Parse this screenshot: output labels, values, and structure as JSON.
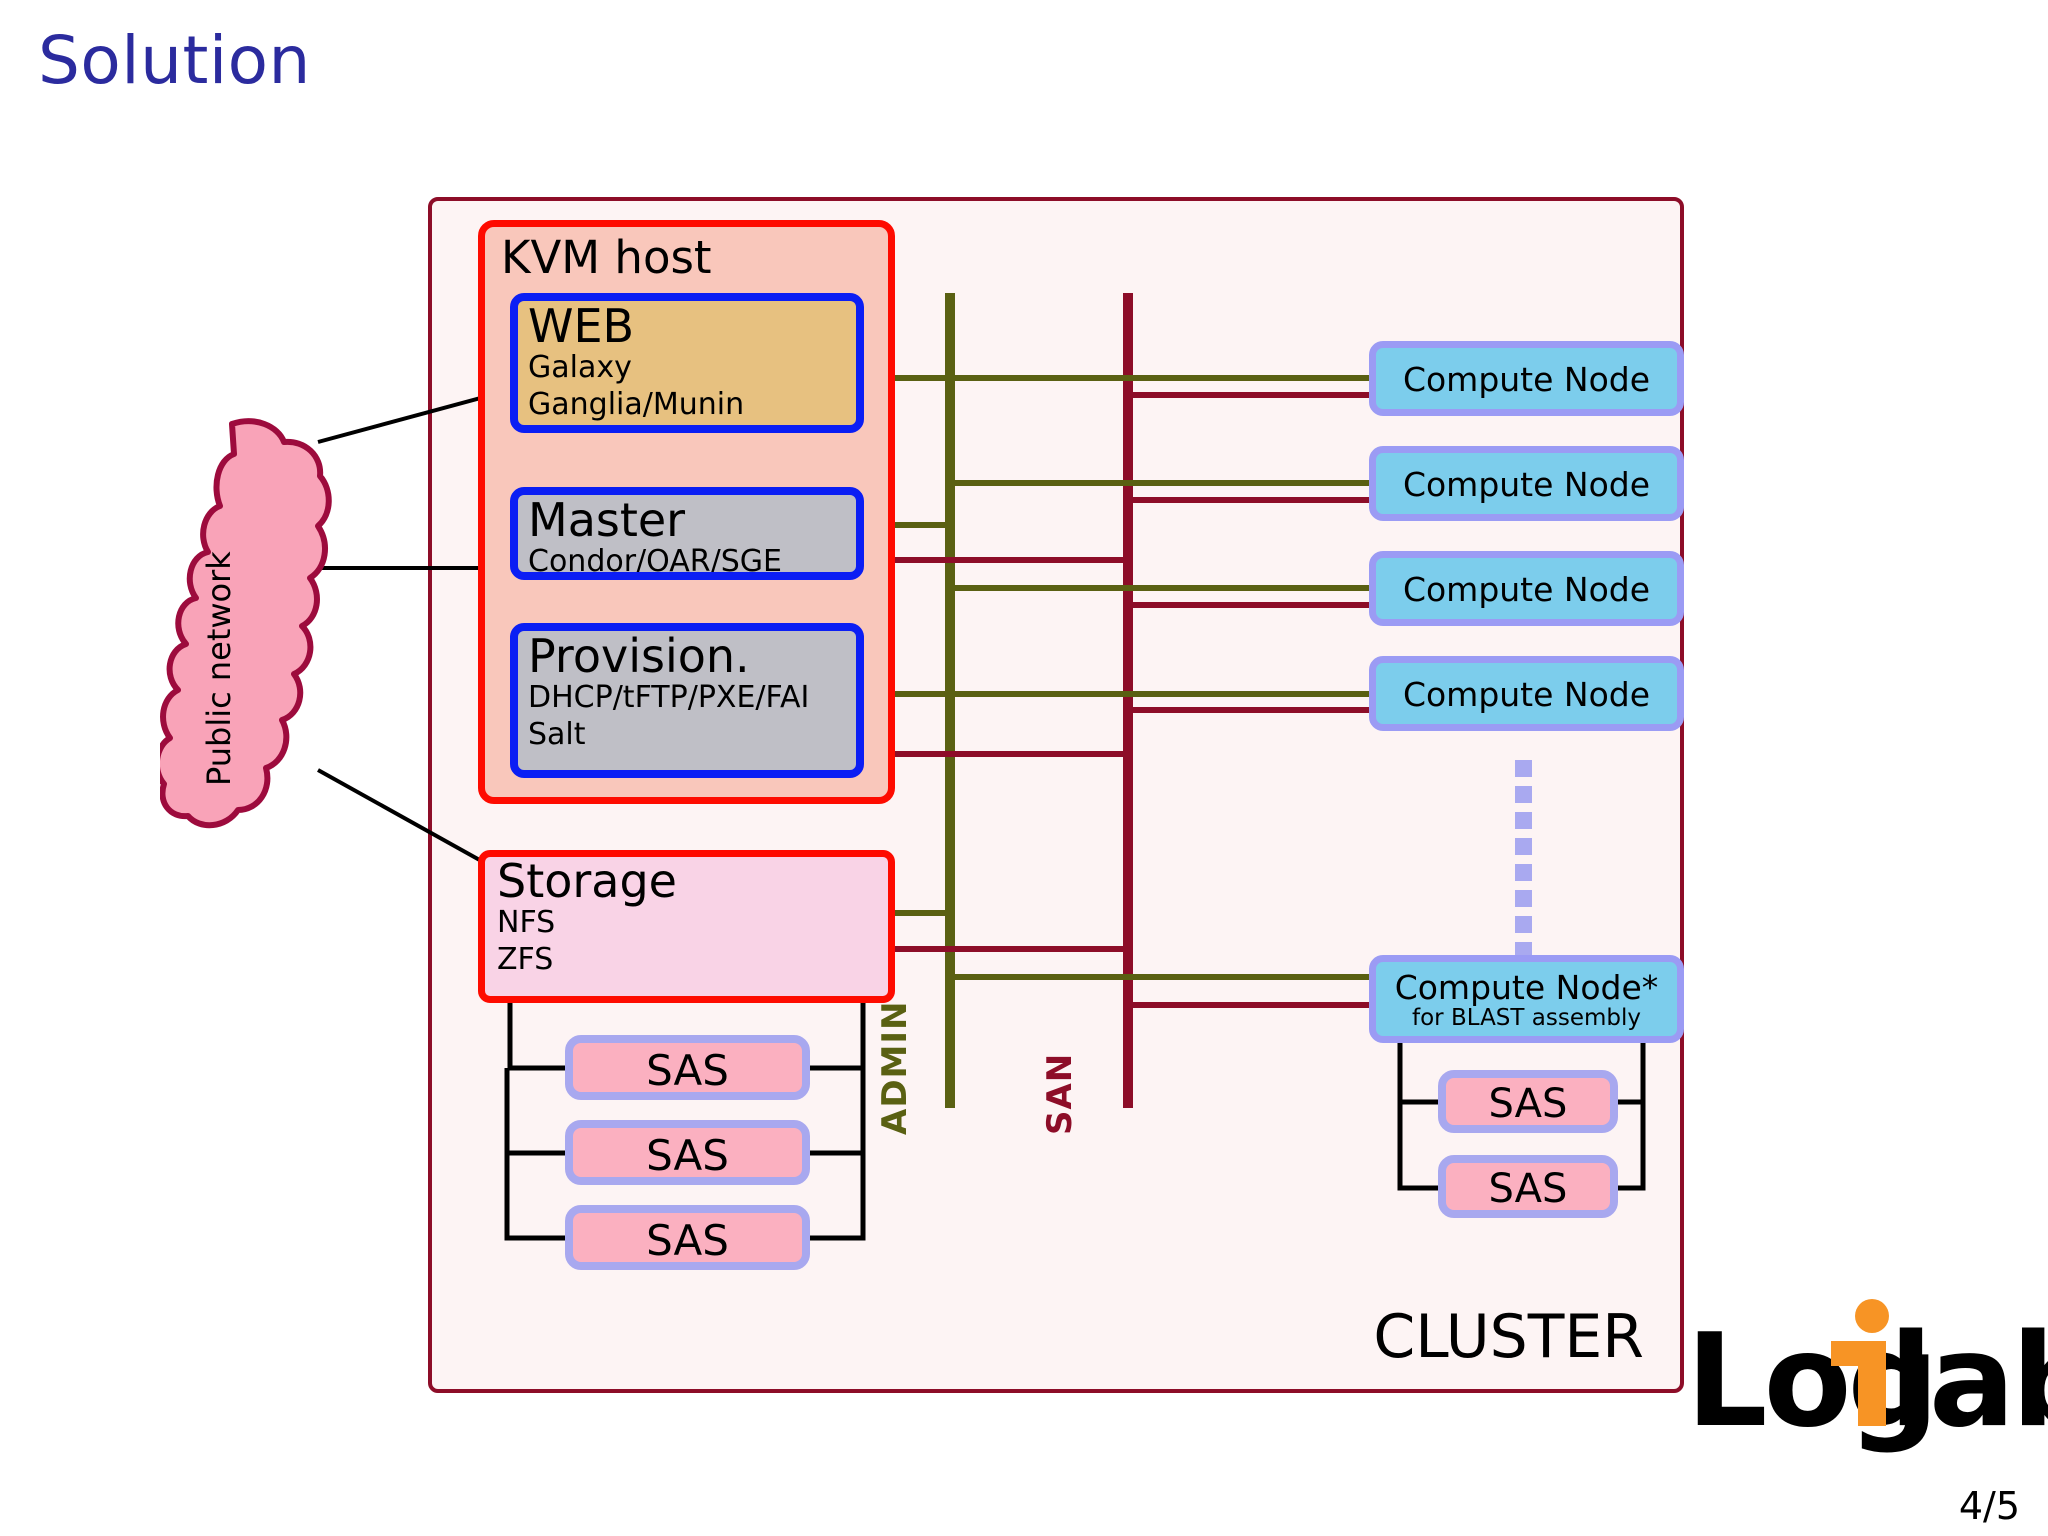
{
  "slide": {
    "title": "Solution",
    "page_number": "4/5",
    "title_color": "#2b2b9e"
  },
  "cloud": {
    "label": "Public network",
    "fill": "#f9a3b8",
    "stroke": "#9d0b3d"
  },
  "cluster": {
    "label": "CLUSTER",
    "frame_color": "#8d0d28",
    "background": "#fdf4f4"
  },
  "kvm_host": {
    "label": "KVM host",
    "background": "#f9c7bb",
    "border_color": "#fe0b00",
    "vms": [
      {
        "name": "WEB",
        "services": [
          "Galaxy",
          "Ganglia/Munin"
        ],
        "fill": "#e7c180",
        "border": "#0b1ef4"
      },
      {
        "name": "Master",
        "services": [
          "Condor/OAR/SGE"
        ],
        "fill": "#bfbfc6",
        "border": "#0b1ef4"
      },
      {
        "name": "Provision.",
        "services": [
          "DHCP/tFTP/PXE/FAI",
          "Salt"
        ],
        "fill": "#bfbfc6",
        "border": "#0b1ef4"
      }
    ]
  },
  "storage": {
    "title": "Storage",
    "services": [
      "NFS",
      "ZFS"
    ],
    "fill": "#f9d3e6",
    "border": "#fe0b00",
    "disks": [
      {
        "label": "SAS"
      },
      {
        "label": "SAS"
      },
      {
        "label": "SAS"
      }
    ]
  },
  "compute": {
    "nodes": [
      {
        "label": "Compute Node",
        "sub": ""
      },
      {
        "label": "Compute Node",
        "sub": ""
      },
      {
        "label": "Compute Node",
        "sub": ""
      },
      {
        "label": "Compute Node",
        "sub": ""
      }
    ],
    "ellipsis": "vertical-dots",
    "special_node": {
      "label": "Compute Node*",
      "sub": "for BLAST assembly",
      "fill": "#7ccdec",
      "border": "#9b9bf4"
    },
    "disks": [
      {
        "label": "SAS"
      },
      {
        "label": "SAS"
      }
    ]
  },
  "buses": [
    {
      "name": "ADMIN",
      "color": "#5a6012"
    },
    {
      "name": "SAN",
      "color": "#8d0d28"
    }
  ],
  "logo": {
    "text_left": "Log",
    "text_right": "lab",
    "accent_color": "#f79425",
    "base_color": "#000000"
  }
}
